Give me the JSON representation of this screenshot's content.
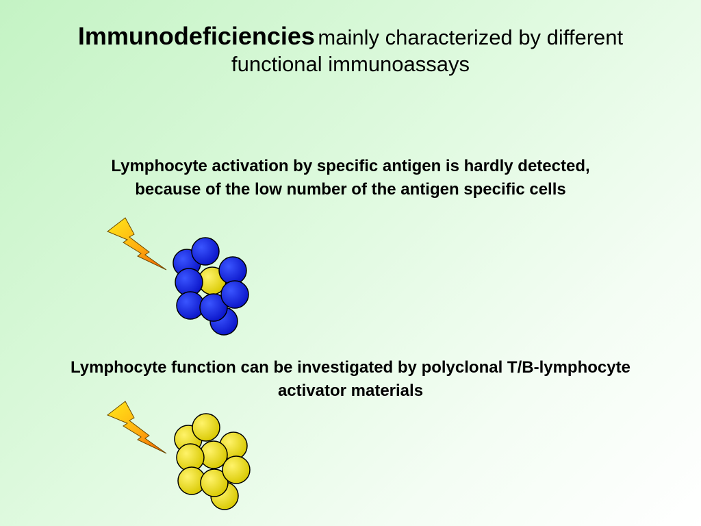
{
  "title": {
    "strong": "Immunodeficiencies",
    "rest_line1": "mainly characterized by different",
    "rest_line2": "functional immunoassays"
  },
  "sections": [
    {
      "line1": "Lymphocyte activation by specific antigen is hardly detected,",
      "line2": "because of the low number of the antigen specific cells"
    },
    {
      "line1": "Lymphocyte function can be investigated by polyclonal T/B-lymphocyte",
      "line2": "activator materials"
    }
  ],
  "colors": {
    "cell_blue": "#0a14e6",
    "cell_yellow": "#ede10a",
    "lightning_top": "#ffe81a",
    "lightning_bottom": "#f05a00"
  }
}
